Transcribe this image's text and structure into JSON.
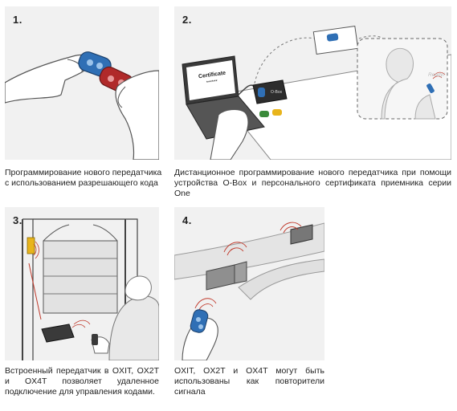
{
  "panels": [
    {
      "number": "1.",
      "caption": "Программирование нового передатчика с использованием разрешающего кода"
    },
    {
      "number": "2.",
      "caption": "Дистанционное программирование нового передатчика при помощи устройства O-Box и персонального сертификата приемника серии One",
      "certificate_label": "Certificate",
      "certificate_stars": "******",
      "obox_label": "O-Box",
      "ready_label": "Ready!"
    },
    {
      "number": "3.",
      "caption": "Встроенный передатчик в OXIT, OX2T и OX4T позволяет удаленное подключение для управления кодами."
    },
    {
      "number": "4.",
      "caption": "OXIT, OX2T и OX4T могут быть использованы как повторители сигнала"
    }
  ],
  "colors": {
    "panel_bg": "#f1f1f1",
    "remote_blue": "#2f6fb5",
    "remote_red": "#b02a2a",
    "remote_yellow": "#e8b41c",
    "remote_green": "#3a8a3a",
    "signal_red": "#c0392b"
  }
}
